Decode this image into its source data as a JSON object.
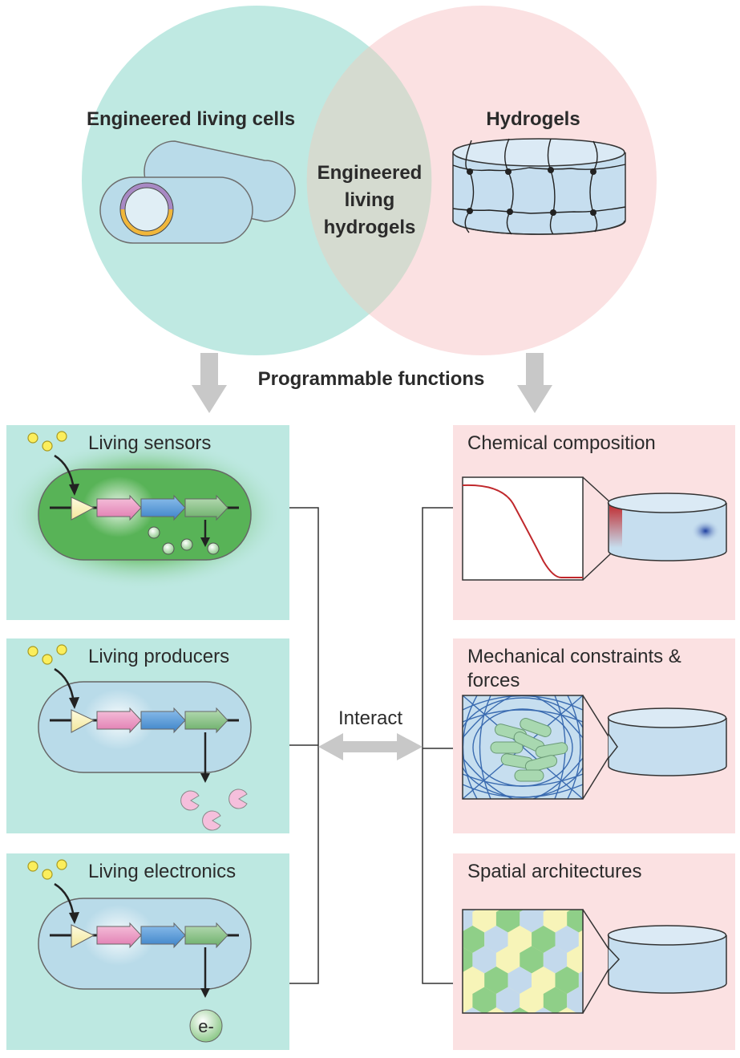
{
  "venn": {
    "left_title": "Engineered living cells",
    "right_title": "Hydrogels",
    "overlap_line1": "Engineered",
    "overlap_line2": "living",
    "overlap_line3": "hydrogels"
  },
  "middle_heading": "Programmable functions",
  "interact_label": "Interact",
  "left_panels": {
    "sensors": "Living sensors",
    "producers": "Living producers",
    "electronics": "Living electronics",
    "electron_label": "e-"
  },
  "right_panels": {
    "chemical": "Chemical composition",
    "mechanical_line1": "Mechanical constraints &",
    "mechanical_line2": "forces",
    "spatial": "Spatial architectures"
  },
  "colors": {
    "living_panel": "#bde8e1",
    "hydrogel_panel": "#fbe1e2",
    "arrow_gray": "#c8c8c8",
    "promoter": "#fbf3b5",
    "gene_pink": "#ee9cc6",
    "gene_blue": "#5b9fd9",
    "gene_green": "#8dc58a"
  }
}
